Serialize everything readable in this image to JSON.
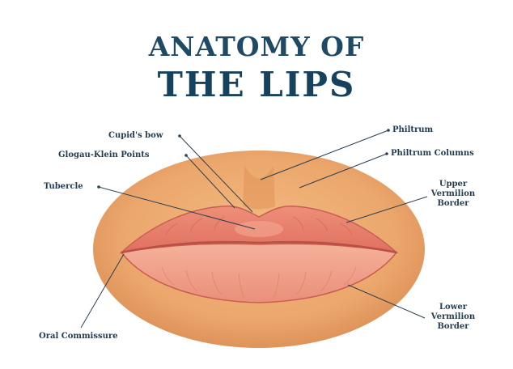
{
  "title": {
    "line1": "ANATOMY OF",
    "line2": "THE LIPS"
  },
  "labels": {
    "cupids_bow": "Cupid's bow",
    "glogau_klein": "Glogau-Klein Points",
    "tubercle": "Tubercle",
    "oral_commissure": "Oral Commissure",
    "philtrum": "Philtrum",
    "philtrum_columns": "Philtrum Columns",
    "upper_vermilion_1": "Upper",
    "upper_vermilion_2": "Vermilion",
    "upper_vermilion_3": "Border",
    "lower_vermilion_1": "Lower",
    "lower_vermilion_2": "Vermilion",
    "lower_vermilion_3": "Border"
  },
  "colors": {
    "skin": "#e9a46a",
    "skin_edge": "#d98b52",
    "lip_upper": "#e8826d",
    "lip_lower": "#f0a089",
    "lip_line": "#b94f45",
    "title": "#1f4a66",
    "leader": "#2b3f50"
  }
}
